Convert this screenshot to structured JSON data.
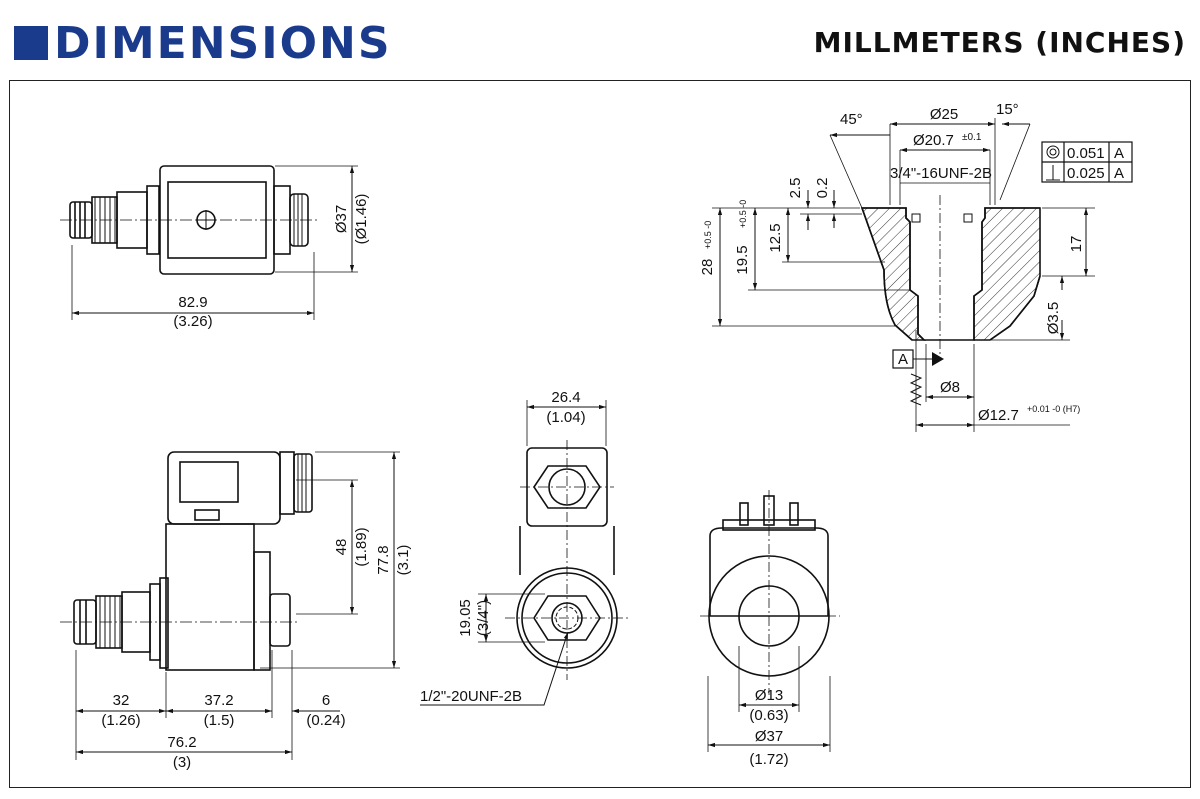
{
  "header": {
    "title": "DIMENSIONS",
    "units": "MILLMETERS (INCHES)"
  },
  "top_view": {
    "length_mm": "82.9",
    "length_in": "(3.26)",
    "dia_mm": "Ø37",
    "dia_in": "(Ø1.46)"
  },
  "side_view": {
    "d1_mm": "32",
    "d1_in": "(1.26)",
    "d2_mm": "37.2",
    "d2_in": "(1.5)",
    "d3_mm": "6",
    "d3_in": "(0.24)",
    "total_mm": "76.2",
    "total_in": "(3)",
    "h1_mm": "48",
    "h1_in": "(1.89)",
    "h2_mm": "77.8",
    "h2_in": "(3.1)"
  },
  "front_view": {
    "width_mm": "26.4",
    "width_in": "(1.04)",
    "nut_mm": "19.05",
    "nut_in": "(3/4\")",
    "thread": "1/2\"-20UNF-2B"
  },
  "coil_view": {
    "bore_mm": "Ø13",
    "bore_in": "(0.63)",
    "width_mm": "Ø37",
    "width_in": "(1.72)"
  },
  "cavity": {
    "angle_left": "45°",
    "angle_right": "15°",
    "dia_top": "Ø25",
    "dia_mid": "Ø20.7",
    "dia_mid_tol": "±0.1",
    "thread": "3/4\"-16UNF-2B",
    "tol1_value": "0.051",
    "tol1_ref": "A",
    "tol2_value": "0.025",
    "tol2_ref": "A",
    "dim_25": "2.5",
    "dim_02": "0.2",
    "dim_125": "12.5",
    "dim_195": "19.5",
    "dim_195_tol": "+0.5 -0",
    "dim_28": "28",
    "dim_28_tol": "+0.5 -0",
    "dim_17": "17",
    "dim_35": "Ø3.5",
    "datum": "A",
    "dia_8": "Ø8",
    "dia_127": "Ø12.7",
    "dia_127_tol": "+0.01 -0 (H7)"
  }
}
